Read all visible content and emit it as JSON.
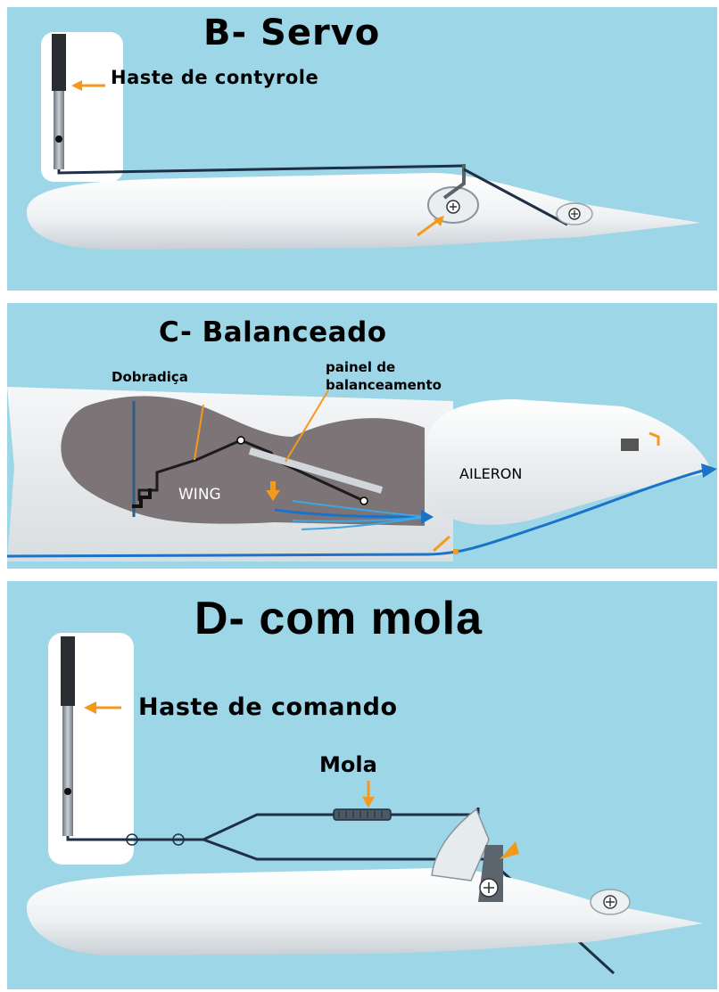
{
  "panel_b": {
    "title": "B- Servo",
    "rod_label": "Haste de contyrole"
  },
  "panel_c": {
    "title": "C- Balanceado",
    "hinge_label": "Dobradiça",
    "balance_label_line1": "painel de",
    "balance_label_line2": "balanceamento",
    "wing_label": "WING",
    "aileron_label": "AILERON"
  },
  "panel_d": {
    "title": "D- com mola",
    "rod_label": "Haste de comando",
    "spring_label": "Mola"
  },
  "colors": {
    "sky": "#9dd6e6",
    "arrow": "#f39a1e",
    "cable": "#1f2f45",
    "airflow": "#1a73c8",
    "wing_interior": "#7c7476"
  }
}
